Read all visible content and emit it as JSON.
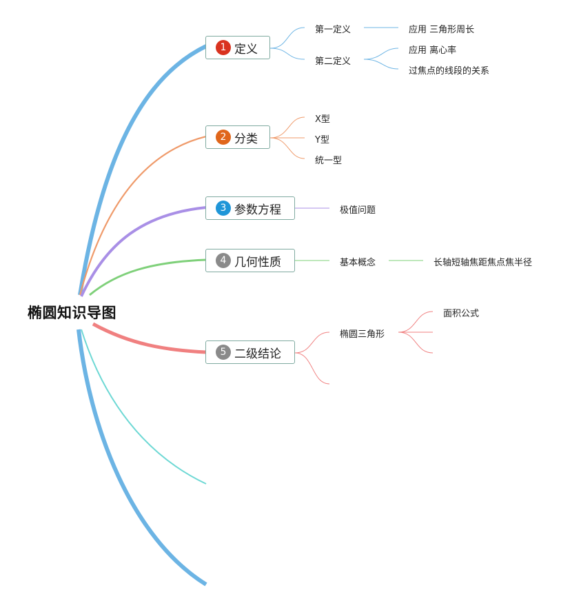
{
  "root": "椭圆知识导图",
  "colors": {
    "t1": "#6cb4e4",
    "t2": "#ef9a6a",
    "t3": "#a98fe6",
    "t4": "#7fd07a",
    "t5": "#f08080",
    "teal": "#6dd8d4",
    "n1": "#d9331f",
    "n2": "#e0661b",
    "n3": "#1f96d8",
    "n4": "#8a8a8a",
    "n5": "#8a8a8a"
  },
  "topics": [
    {
      "num": "1",
      "label": "定义"
    },
    {
      "num": "2",
      "label": "分类"
    },
    {
      "num": "3",
      "label": "参数方程"
    },
    {
      "num": "4",
      "label": "几何性质"
    },
    {
      "num": "5",
      "label": "二级结论"
    }
  ],
  "t1": {
    "first_def": "第一定义",
    "first_def_app": "应用 三角形周长",
    "second_def": "第二定义",
    "second_def_app1": "应用 离心率",
    "second_def_app2": "过焦点的线段的关系"
  },
  "t2": {
    "x_type": "X型",
    "y_type": "Y型",
    "unified": "统一型"
  },
  "t3": {
    "extremum": "极值问题"
  },
  "t4": {
    "basic": "基本概念",
    "basic_detail": "长轴短轴焦距焦点焦半径"
  },
  "t5": {
    "focal_triangle": "椭圆三角形",
    "area": "面积公式"
  }
}
